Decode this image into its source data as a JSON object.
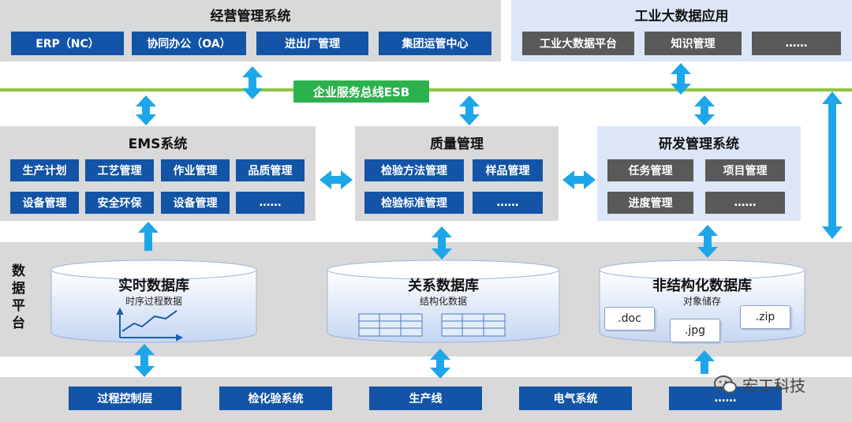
{
  "top_left": {
    "title": "经营管理系统",
    "items": [
      "ERP（NC）",
      "协同办公（OA）",
      "进出厂管理",
      "集团运管中心"
    ]
  },
  "top_right": {
    "title": "工业大数据应用",
    "items": [
      "工业大数据平台",
      "知识管理",
      "……"
    ]
  },
  "esb": {
    "label": "企业服务总线ESB"
  },
  "ems": {
    "title": "EMS系统",
    "items": [
      "生产计划",
      "工艺管理",
      "作业管理",
      "品质管理",
      "设备管理",
      "安全环保",
      "设备管理",
      "……"
    ]
  },
  "quality": {
    "title": "质量管理",
    "items": [
      "检验方法管理",
      "样品管理",
      "检验标准管理",
      "……"
    ]
  },
  "rnd": {
    "title": "研发管理系统",
    "items": [
      "任务管理",
      "项目管理",
      "进度管理",
      "……"
    ]
  },
  "data_platform": {
    "label": "数据平台",
    "realtime": {
      "title": "实时数据库",
      "subtitle": "时序过程数据"
    },
    "relational": {
      "title": "关系数据库",
      "subtitle": "结构化数据"
    },
    "unstructured": {
      "title": "非结构化数据库",
      "subtitle": "对象储存",
      "files": [
        ".doc",
        ".jpg",
        ".zip"
      ]
    }
  },
  "bottom": {
    "items": [
      "过程控制层",
      "检化验系统",
      "生产线",
      "电气系统",
      "……"
    ]
  },
  "watermark": {
    "text": "宏工科技"
  },
  "colors": {
    "blue_box": "#1354a6",
    "dark_box": "#595959",
    "arrow": "#1ea7e8",
    "esb_green": "#2bb24c"
  }
}
